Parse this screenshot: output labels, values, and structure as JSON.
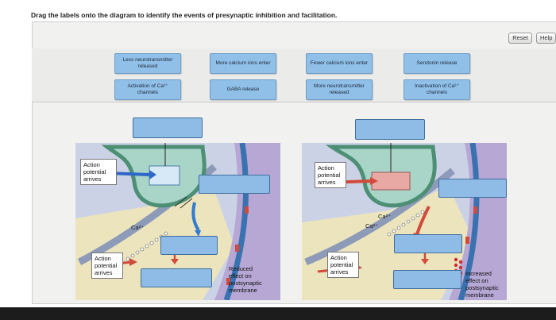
{
  "instruction": "Drag the labels onto the diagram to identify the events of presynaptic inhibition and facilitation.",
  "buttons": {
    "reset": "Reset",
    "help": "Help"
  },
  "labels": [
    "Less neurotransmitter released",
    "More calcium ions enter",
    "Fewer calcium ions enter",
    "Serotonin release",
    "Activation of Ca²⁺ channels",
    "GABA release",
    "More neurotransmitter released",
    "Inactivation of Ca²⁺ channels"
  ],
  "diagram_left": {
    "action_potential_top": "Action potential arrives",
    "action_potential_bottom": "Action potential arrives",
    "ca": "Ca²⁺",
    "effect": "Reduced effect on postsynaptic membrane"
  },
  "diagram_right": {
    "action_potential_top": "Action potential arrives",
    "action_potential_bottom": "Action potential arrives",
    "ca_1": "Ca²⁺",
    "ca_2": "Ca²⁺",
    "effect": "Increased effect on postsynaptic membrane"
  }
}
